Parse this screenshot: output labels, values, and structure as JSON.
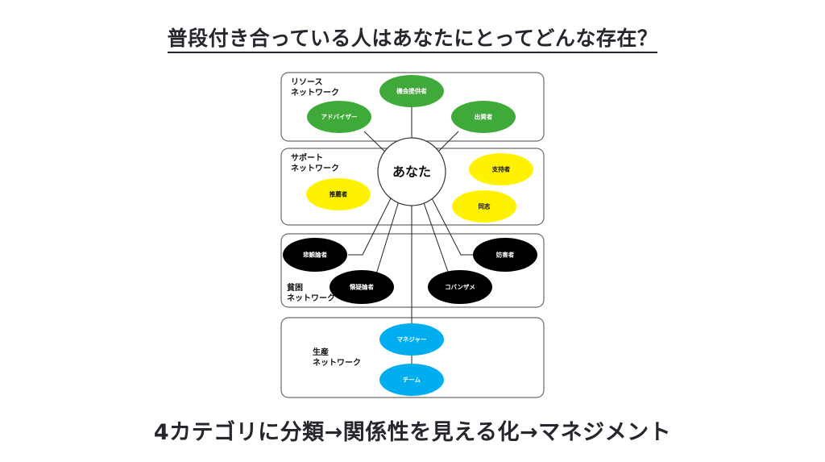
{
  "title": "普段付き合っている人はあなたにとってどんな存在？",
  "footer": "4カテゴリに分類→関係性を見える化→マネジメント",
  "colors": {
    "resource": "#3faa3a",
    "support": "#fff200",
    "poverty": "#000000",
    "production": "#00aeef",
    "text_dark": "#26262e"
  },
  "center": {
    "label": "あなた"
  },
  "networks": [
    {
      "id": "resource",
      "label_line1": "リソース",
      "label_line2": "ネットワーク",
      "nodes": [
        {
          "label": "機会提供者"
        },
        {
          "label": "アドバイザー"
        },
        {
          "label": "出資者"
        }
      ]
    },
    {
      "id": "support",
      "label_line1": "サポート",
      "label_line2": "ネットワーク",
      "nodes": [
        {
          "label": "推薦者"
        },
        {
          "label": "支持者"
        },
        {
          "label": "同志"
        }
      ]
    },
    {
      "id": "poverty",
      "label_line1": "貧困",
      "label_line2": "ネットワーク",
      "nodes": [
        {
          "label": "悲観論者"
        },
        {
          "label": "懐疑論者"
        },
        {
          "label": "妨害者"
        },
        {
          "label": "コバンザメ"
        }
      ]
    },
    {
      "id": "production",
      "label_line1": "生産",
      "label_line2": "ネットワーク",
      "nodes": [
        {
          "label": "マネジャー"
        },
        {
          "label": "チーム"
        }
      ]
    }
  ]
}
